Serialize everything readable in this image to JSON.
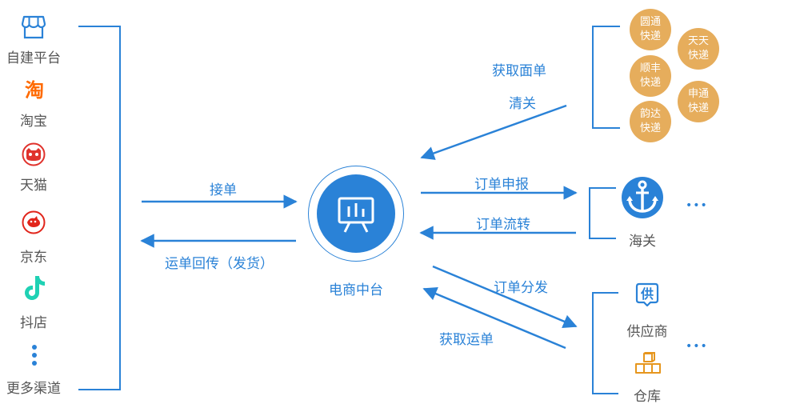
{
  "channels": [
    {
      "label": "自建平台",
      "icon": "store-icon"
    },
    {
      "label": "淘宝",
      "icon": "taobao-icon"
    },
    {
      "label": "天猫",
      "icon": "tmall-icon"
    },
    {
      "label": "京东",
      "icon": "jd-icon"
    },
    {
      "label": "抖店",
      "icon": "douyin-icon"
    },
    {
      "label": "更多渠道",
      "icon": "more-vertical-icon"
    }
  ],
  "center": {
    "label": "电商中台",
    "icon": "presentation-board-icon"
  },
  "flows": {
    "receive_order": "接单",
    "return_waybill": "运单回传（发货）",
    "get_waybill_face": "获取面单",
    "customs_clearance": "清关",
    "order_declare": "订单申报",
    "order_transfer": "订单流转",
    "order_dispatch": "订单分发",
    "get_waybill": "获取运单"
  },
  "couriers": [
    {
      "label": "圆通\n快递"
    },
    {
      "label": "顺丰\n快递"
    },
    {
      "label": "韵达\n快递"
    },
    {
      "label": "天天\n快递"
    },
    {
      "label": "申通\n快递"
    }
  ],
  "customs": {
    "label": "海关",
    "icon": "anchor-icon",
    "more": "•••"
  },
  "suppliers": {
    "label": "供应商",
    "icon": "supplier-icon"
  },
  "warehouse": {
    "label": "仓库",
    "icon": "boxes-icon"
  },
  "fulfillment_more": "•••",
  "colors": {
    "primary": "#2a82d7",
    "courier": "#e6ad5c",
    "taobao": "#ff6a00",
    "tmall": "#e0322c",
    "jd": "#e1251b",
    "douyin": "#1fd1b4",
    "text": "#555555"
  }
}
